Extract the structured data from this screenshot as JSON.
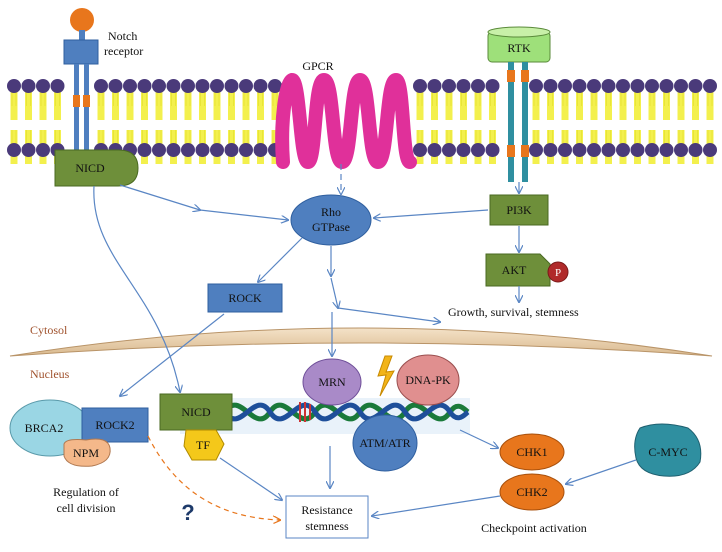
{
  "labels": {
    "notch_receptor_line1": "Notch",
    "notch_receptor_line2": "receptor",
    "gpcr": "GPCR",
    "rtk": "RTK",
    "nicd_membrane": "NICD",
    "rho_line1": "Rho",
    "rho_line2": "GTPase",
    "pi3k": "PI3K",
    "akt": "AKT",
    "phospho": "P",
    "rock": "ROCK",
    "growth": "Growth, survival, stemness",
    "cytosol": "Cytosol",
    "nucleus": "Nucleus",
    "mrn": "MRN",
    "dnapk": "DNA-PK",
    "atm_atr": "ATM/ATR",
    "brca2": "BRCA2",
    "rock2": "ROCK2",
    "npm": "NPM",
    "nicd_nucleus": "NICD",
    "tf": "TF",
    "chk1": "CHK1",
    "chk2": "CHK2",
    "cmyc": "C-MYC",
    "regulation_line1": "Regulation of",
    "regulation_line2": "cell division",
    "question": "?",
    "resistance_line1": "Resistance",
    "resistance_line2": "stemness",
    "checkpoint": "Checkpoint activation"
  },
  "colors": {
    "membrane_head": "#4a3a7a",
    "membrane_tail": "#f2ee3a",
    "gpcr": "#e0309a",
    "green_node": "#6e8f3a",
    "blue_node": "#4f7fbf",
    "orange_node": "#e8761c",
    "arrow": "#5a86c4",
    "nucleus_env": "#e8d2b4",
    "compartment_text": "#a0522d"
  }
}
